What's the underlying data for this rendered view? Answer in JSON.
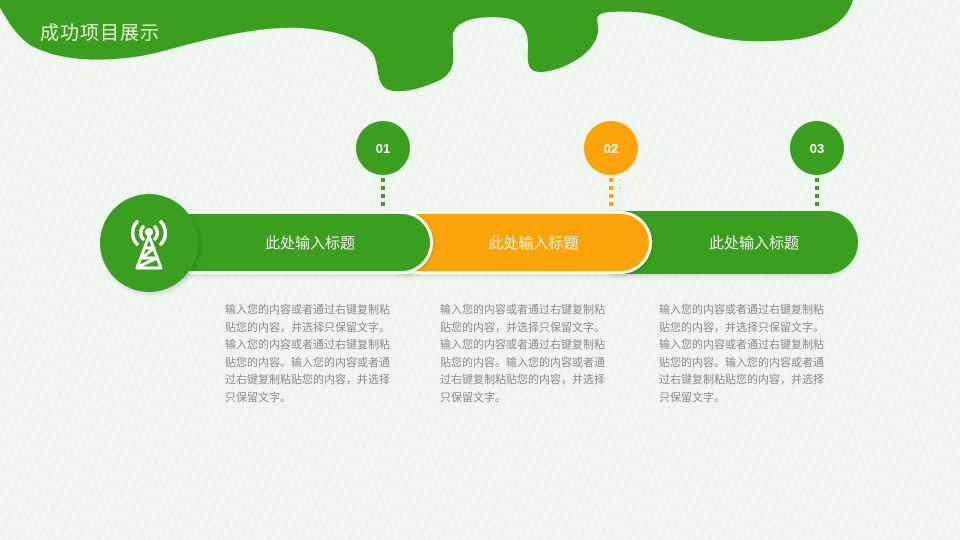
{
  "page": {
    "title": "成功项目展示"
  },
  "colors": {
    "green": "#3a9e1f",
    "orange": "#fba40a",
    "title_text": "#e9f7d8",
    "body_text": "#8a8a8a",
    "background": "#eef6ef"
  },
  "steps": [
    {
      "number": "01",
      "color": "#3a9e1f",
      "title": "此处输入标题",
      "icon": "signal-tower-icon",
      "description": "输入您的内容或者通过右键复制粘贴您的内容，并选择只保留文字。输入您的内容或者通过右键复制粘贴您的内容。输入您的内容或者通过右键复制粘贴您的内容，并选择只保留文字。"
    },
    {
      "number": "02",
      "color": "#fba40a",
      "title": "此处输入标题",
      "description": "输入您的内容或者通过右键复制粘贴您的内容，并选择只保留文字。输入您的内容或者通过右键复制粘贴您的内容。输入您的内容或者通过右键复制粘贴您的内容，并选择只保留文字。"
    },
    {
      "number": "03",
      "color": "#3a9e1f",
      "title": "此处输入标题",
      "description": "输入您的内容或者通过右键复制粘贴您的内容，并选择只保留文字。输入您的内容或者通过右键复制粘贴您的内容。输入您的内容或者通过右键复制粘贴您的内容，并选择只保留文字。"
    }
  ]
}
